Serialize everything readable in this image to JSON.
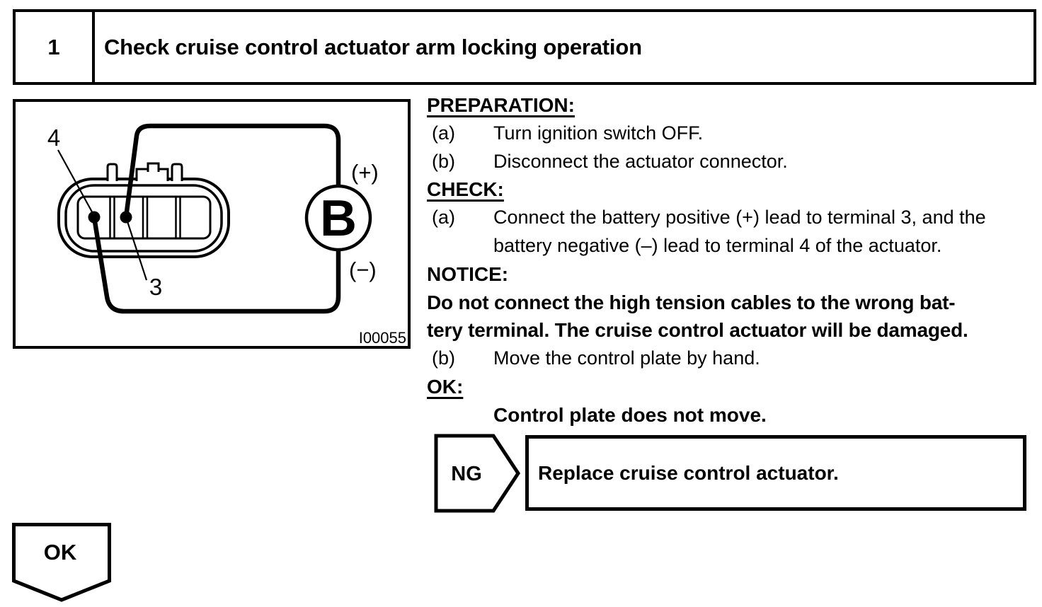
{
  "header": {
    "step_number": "1",
    "title": "Check cruise control actuator arm locking operation"
  },
  "figure": {
    "terminal_4_label": "4",
    "terminal_3_label": "3",
    "battery_label": "B",
    "positive_label": "(+)",
    "negative_label": "(−)",
    "figure_id": "I00055"
  },
  "instructions": {
    "lines": [
      {
        "style": "heading-underline",
        "text": "PREPARATION:"
      },
      {
        "style": "item",
        "marker": "(a)",
        "text": "Turn ignition switch OFF."
      },
      {
        "style": "item",
        "marker": "(b)",
        "text": "Disconnect the actuator connector."
      },
      {
        "style": "heading-underline",
        "text": "CHECK:"
      },
      {
        "style": "item",
        "marker": "(a)",
        "text": "Connect the battery positive (+) lead to terminal 3, and the"
      },
      {
        "style": "continuation",
        "text": "battery negative (–) lead to terminal 4 of the actuator."
      },
      {
        "style": "heading",
        "text": "NOTICE:"
      },
      {
        "style": "notice",
        "text": "Do not connect the high tension cables to the wrong bat-"
      },
      {
        "style": "notice",
        "text": "tery terminal. The cruise control actuator will be damaged."
      },
      {
        "style": "item",
        "marker": "(b)",
        "text": "Move the control plate by hand."
      },
      {
        "style": "heading-underline",
        "text": "OK:"
      },
      {
        "style": "result",
        "text": "Control plate does not move."
      }
    ]
  },
  "ng": {
    "label": "NG",
    "action": "Replace cruise control actuator."
  },
  "ok": {
    "label": "OK"
  },
  "colors": {
    "ink": "#000000",
    "paper": "#ffffff"
  }
}
